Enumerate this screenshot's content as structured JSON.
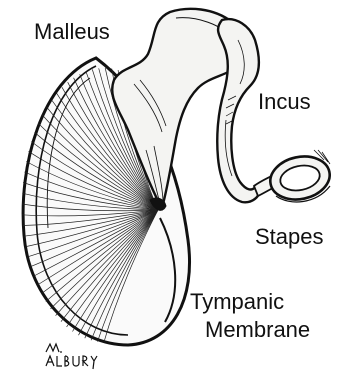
{
  "labels": {
    "malleus": "Malleus",
    "incus": "Incus",
    "stapes": "Stapes",
    "tympanic": "Tympanic",
    "membrane": "Membrane"
  },
  "signature": "M. ALBURY",
  "colors": {
    "ink": "#111111",
    "bone_fill": "#f4f4f2",
    "membrane_fill": "#fafafa",
    "background": "#ffffff"
  }
}
